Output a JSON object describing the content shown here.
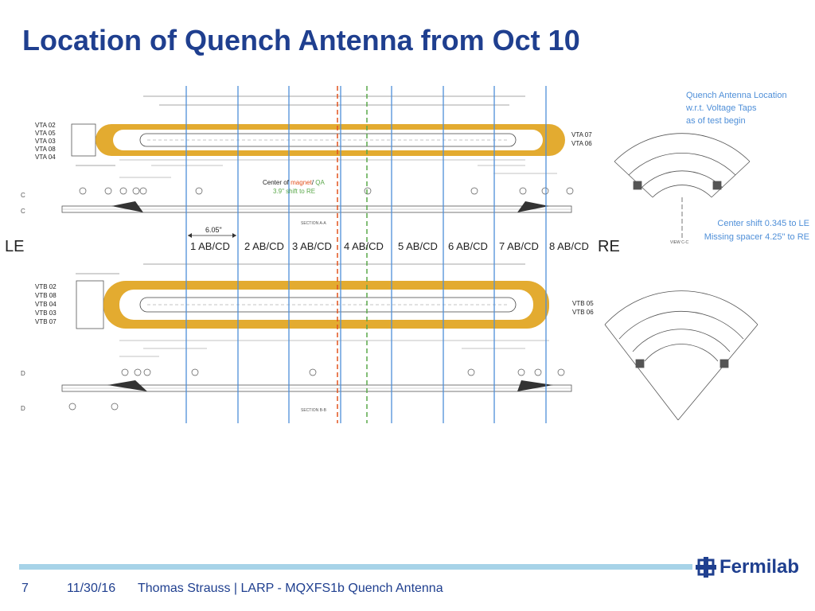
{
  "slide": {
    "title": "Location of Quench Antenna from Oct 10",
    "page_number": "7",
    "date": "11/30/16",
    "footer": "Thomas Strauss | LARP - MQXFS1b Quench Antenna",
    "logo_text": "Fermilab"
  },
  "diagram": {
    "top_labels_left": [
      "VTA 02",
      "VTA 05",
      "VTA 03",
      "VTA 08",
      "VTA 04"
    ],
    "top_labels_right": [
      "VTA 07",
      "VTA 06"
    ],
    "bottom_labels_left": [
      "VTB 02",
      "VTB 08",
      "VTB 04",
      "VTB 03",
      "VTB 07"
    ],
    "bottom_labels_right": [
      "VTB 05",
      "VTB 06"
    ],
    "sections": [
      "1 AB/CD",
      "2 AB/CD",
      "3 AB/CD",
      "4 AB/CD",
      "5 AB/CD",
      "6 AB/CD",
      "7 AB/CD",
      "8 AB/CD"
    ],
    "le_label": "LE",
    "re_label": "RE",
    "spacing_label": "6.05\"",
    "center_line1_a": "Center of ",
    "center_line1_b": "magnet",
    "center_line1_c": "/ ",
    "center_line1_d": "QA",
    "center_line2": "3.9\" shift to RE",
    "qa_location": [
      "Quench Antenna Location",
      "w.r.t. Voltage Taps",
      "as of test begin"
    ],
    "center_shift": [
      "Center shift 0.345 to LE",
      "Missing spacer 4.25\" to RE"
    ],
    "letter_c": "C",
    "letter_d": "D",
    "section_a_label": "SECTION A-A",
    "section_b_label": "SECTION B-B",
    "view_label": "VIEW C-C",
    "colors": {
      "title": "#1f3f8f",
      "blue_line": "#4f8fd8",
      "orange_line": "#e2531f",
      "green_line": "#5aa84a",
      "coil": "#e0a21a",
      "footer_bar": "#a7d3e8"
    }
  }
}
